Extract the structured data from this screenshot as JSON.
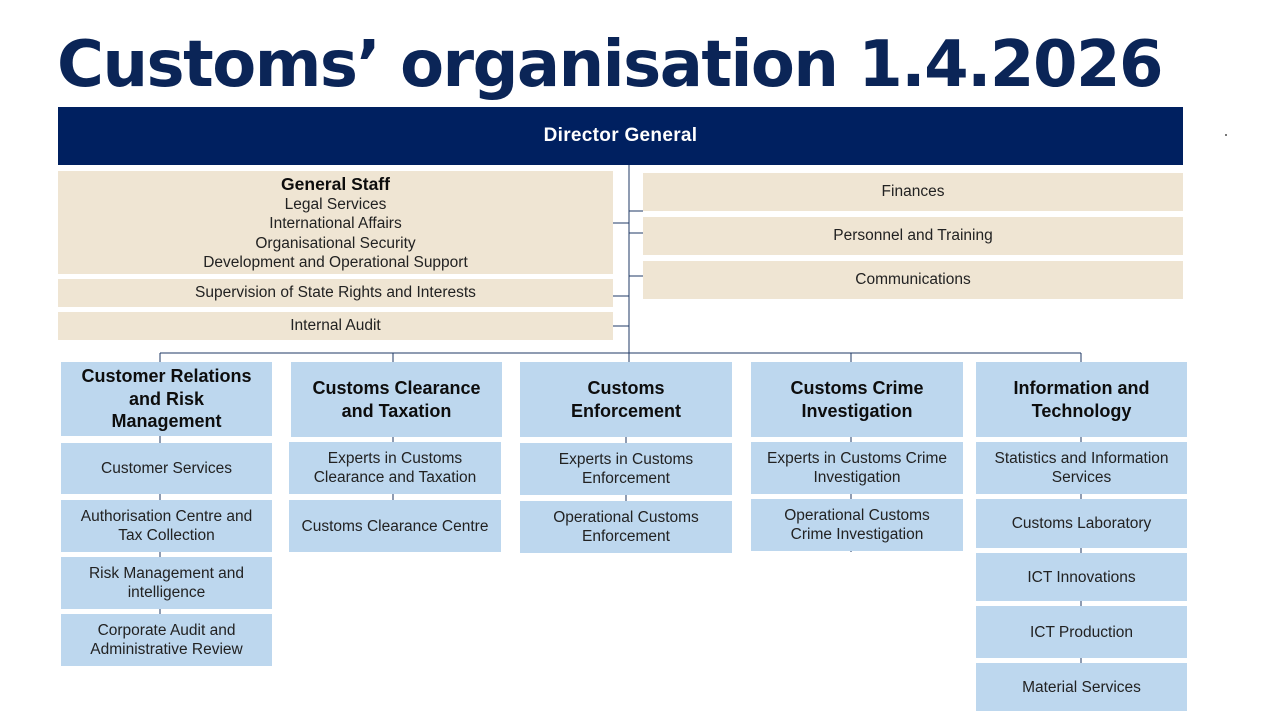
{
  "title": "Customs’ organisation 1.4.2026",
  "director": "Director General",
  "general_staff": {
    "title": "General Staff",
    "items": [
      "Legal Services",
      "International  Affairs",
      "Organisational Security",
      "Development and Operational Support"
    ]
  },
  "left_units": [
    "Supervision of State Rights and Interests",
    "Internal  Audit"
  ],
  "right_units": [
    "Finances",
    "Personnel and Training",
    "Communications"
  ],
  "departments": [
    {
      "title": "Customer Relations\nand Risk\nManagement",
      "units": [
        "Customer Services",
        "Authorisation Centre and\nTax Collection",
        "Risk Management and\nintelligence",
        "Corporate Audit and\nAdministrative Review"
      ]
    },
    {
      "title": "Customs Clearance\nand Taxation",
      "units": [
        "Experts in Customs\nClearance and Taxation",
        "Customs Clearance Centre"
      ]
    },
    {
      "title": "Customs\nEnforcement",
      "units": [
        "Experts in Customs\nEnforcement",
        "Operational Customs\nEnforcement"
      ]
    },
    {
      "title": "Customs Crime\nInvestigation",
      "units": [
        "Experts in Customs Crime\nInvestigation",
        "Operational Customs\nCrime Investigation"
      ]
    },
    {
      "title": "Information and\nTechnology",
      "units": [
        "Statistics and Information\nServices",
        "Customs Laboratory",
        "ICT Innovations",
        "ICT Production",
        "Material Services"
      ]
    }
  ],
  "colors": {
    "title": "#0b2557",
    "director_bg": "#002060",
    "staff_bg": "#efe5d3",
    "department_bg": "#bdd7ee",
    "line": "#1f3864"
  }
}
